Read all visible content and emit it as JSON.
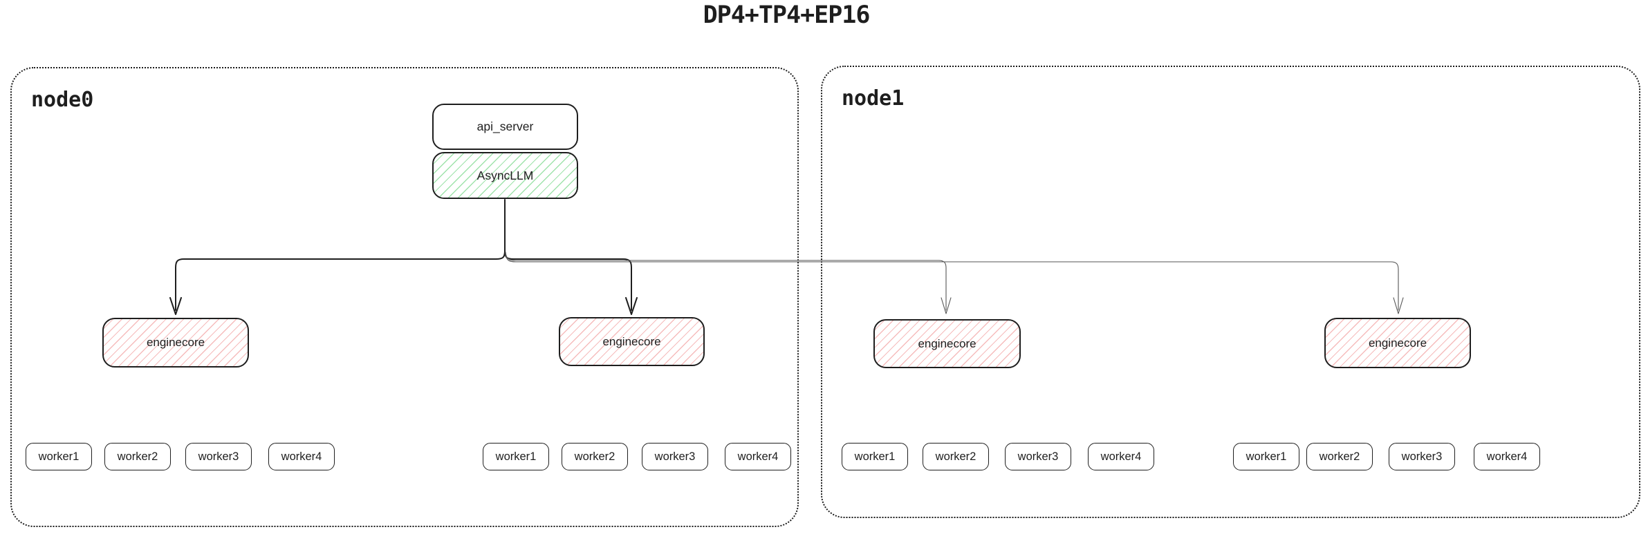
{
  "title": "DP4+TP4+EP16",
  "colors": {
    "box_border": "#1e1e1e",
    "node_border": "#1a1a1a",
    "green_hatch": "#9fe3ab",
    "red_hatch": "#f6bcbc",
    "thick_connector": "#1e1e1e",
    "thin_connector": "#555555",
    "background": "#ffffff"
  },
  "api_server": {
    "label": "api_server"
  },
  "async_llm": {
    "label": "AsyncLLM"
  },
  "nodes": [
    {
      "label": "node0",
      "groups": [
        {
          "enginecore": "enginecore",
          "workers": [
            "worker1",
            "worker2",
            "worker3",
            "worker4"
          ]
        },
        {
          "enginecore": "enginecore",
          "workers": [
            "worker1",
            "worker2",
            "worker3",
            "worker4"
          ]
        }
      ]
    },
    {
      "label": "node1",
      "groups": [
        {
          "enginecore": "enginecore",
          "workers": [
            "worker1",
            "worker2",
            "worker3",
            "worker4"
          ]
        },
        {
          "enginecore": "enginecore",
          "workers": [
            "worker1",
            "worker2",
            "worker3",
            "worker4"
          ]
        }
      ]
    }
  ]
}
